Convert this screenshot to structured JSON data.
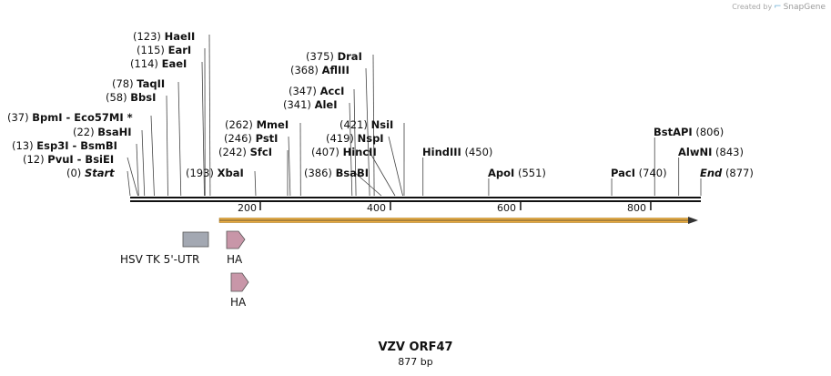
{
  "credit": {
    "prefix": "Created by",
    "brand": "SnapGene"
  },
  "map": {
    "name": "VZV ORF47",
    "length_text": "877 bp",
    "length": 877,
    "ticks": [
      "200",
      "400",
      "600",
      "800"
    ],
    "sites": [
      {
        "pos": 0,
        "pos_text": "(0)",
        "name": "Start",
        "side": "left",
        "italic": true
      },
      {
        "pos": 12,
        "pos_text": "(12)",
        "name": "PvuI",
        "extra": "- BsiEI",
        "side": "left"
      },
      {
        "pos": 13,
        "pos_text": "(13)",
        "name": "Esp3I",
        "extra": "- BsmBI",
        "side": "left"
      },
      {
        "pos": 22,
        "pos_text": "(22)",
        "name": "BsaHI",
        "side": "left"
      },
      {
        "pos": 37,
        "pos_text": "(37)",
        "name": "BpmI",
        "extra": "- Eco57MI *",
        "side": "left"
      },
      {
        "pos": 58,
        "pos_text": "(58)",
        "name": "BbsI",
        "side": "left"
      },
      {
        "pos": 78,
        "pos_text": "(78)",
        "name": "TaqII",
        "side": "left"
      },
      {
        "pos": 114,
        "pos_text": "(114)",
        "name": "EaeI",
        "side": "left"
      },
      {
        "pos": 115,
        "pos_text": "(115)",
        "name": "EarI",
        "side": "left"
      },
      {
        "pos": 123,
        "pos_text": "(123)",
        "name": "HaeII",
        "side": "left"
      },
      {
        "pos": 193,
        "pos_text": "(193)",
        "name": "XbaI",
        "side": "left"
      },
      {
        "pos": 242,
        "pos_text": "(242)",
        "name": "SfcI",
        "side": "left"
      },
      {
        "pos": 246,
        "pos_text": "(246)",
        "name": "PstI",
        "side": "left"
      },
      {
        "pos": 262,
        "pos_text": "(262)",
        "name": "MmeI",
        "side": "left"
      },
      {
        "pos": 341,
        "pos_text": "(341)",
        "name": "AleI",
        "side": "left"
      },
      {
        "pos": 347,
        "pos_text": "(347)",
        "name": "AccI",
        "side": "left"
      },
      {
        "pos": 368,
        "pos_text": "(368)",
        "name": "AflIII",
        "side": "left"
      },
      {
        "pos": 375,
        "pos_text": "(375)",
        "name": "DraI",
        "side": "left"
      },
      {
        "pos": 386,
        "pos_text": "(386)",
        "name": "BsaBI",
        "side": "left"
      },
      {
        "pos": 407,
        "pos_text": "(407)",
        "name": "HincII",
        "side": "left"
      },
      {
        "pos": 419,
        "pos_text": "(419)",
        "name": "NspI",
        "side": "left"
      },
      {
        "pos": 421,
        "pos_text": "(421)",
        "name": "NsiI",
        "side": "left"
      },
      {
        "pos": 450,
        "pos_text": "(450)",
        "name": "HindIII",
        "side": "right"
      },
      {
        "pos": 551,
        "pos_text": "(551)",
        "name": "ApoI",
        "side": "right"
      },
      {
        "pos": 740,
        "pos_text": "(740)",
        "name": "PacI",
        "side": "right"
      },
      {
        "pos": 806,
        "pos_text": "(806)",
        "name": "BstAPI",
        "side": "right"
      },
      {
        "pos": 843,
        "pos_text": "(843)",
        "name": "AlwNI",
        "side": "right"
      },
      {
        "pos": 877,
        "pos_text": "(877)",
        "name": "End",
        "side": "right",
        "italic": true
      }
    ],
    "features": [
      {
        "label": "HSV TK 5'-UTR",
        "type": "box",
        "color": "#a3a8b2"
      },
      {
        "label": "HA",
        "type": "arrow",
        "color": "#c896a8"
      },
      {
        "label": "HA",
        "type": "arrow",
        "color": "#c896a8"
      }
    ],
    "orf_color": "#f0b040"
  }
}
